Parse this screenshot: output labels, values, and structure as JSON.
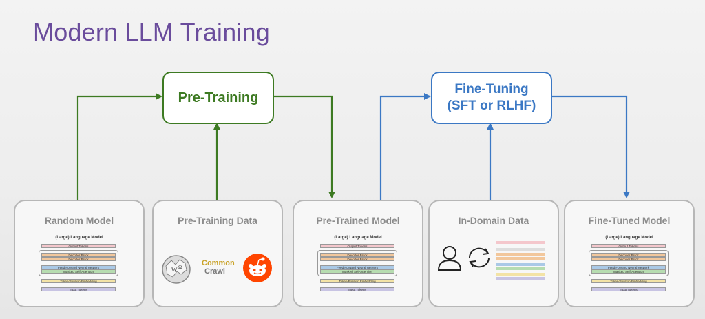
{
  "title": "Modern LLM Training",
  "stages": {
    "pretraining": "Pre-Training",
    "finetuning_line1": "Fine-Tuning",
    "finetuning_line2": "(SFT or RLHF)"
  },
  "cards": [
    {
      "label": "Random Model"
    },
    {
      "label": "Pre-Training Data"
    },
    {
      "label": "Pre-Trained Model"
    },
    {
      "label": "In-Domain Data"
    },
    {
      "label": "Fine-Tuned Model"
    }
  ],
  "mini_model": {
    "header": "(Large) Language Model",
    "output": "Output Tokens",
    "decoder1": "Decoder Block",
    "decoder2": "Decoder Block",
    "ffn": "Feed Forward Neural Network",
    "attn": "Masked Self-Attention",
    "embed": "Token/Position Embedding",
    "input": "Input Tokens"
  },
  "data_logos": {
    "commoncrawl_line1": "Common",
    "commoncrawl_line2": "Crawl"
  },
  "colors": {
    "title": "#6a4c9c",
    "green": "#3d7a22",
    "blue": "#3b78c4",
    "card_border": "#b7b7b7",
    "card_label": "#8c8c8c"
  },
  "icons": [
    "wikipedia-icon",
    "commoncrawl-logo",
    "reddit-icon",
    "person-icon",
    "cycle-arrows-icon"
  ]
}
